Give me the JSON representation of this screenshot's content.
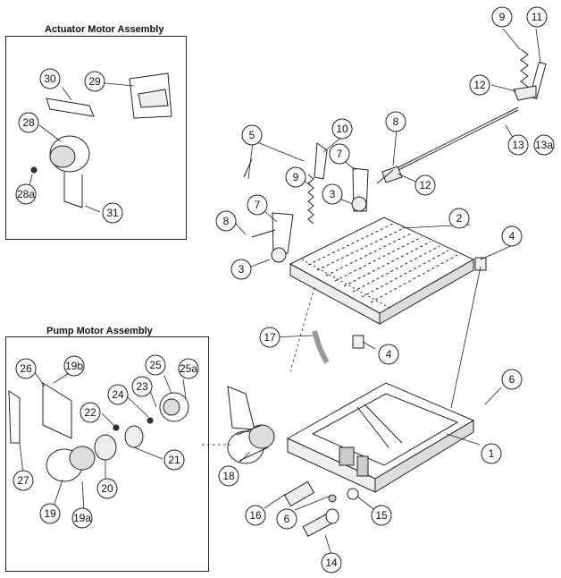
{
  "insets": {
    "actuator_title": "Actuator Motor Assembly",
    "pump_title": "Pump Motor Assembly"
  },
  "callouts": [
    "1",
    "2",
    "3",
    "3",
    "4",
    "4",
    "5",
    "6",
    "6",
    "7",
    "7",
    "8",
    "8",
    "9",
    "9",
    "10",
    "11",
    "12",
    "12",
    "13",
    "13a",
    "14",
    "15",
    "16",
    "17",
    "18",
    "19",
    "19a",
    "19b",
    "20",
    "21",
    "22",
    "23",
    "24",
    "25",
    "25a",
    "26",
    "27",
    "28",
    "28a",
    "29",
    "30",
    "31"
  ],
  "colors": {
    "line": "#222222",
    "callout_fill": "#ffffff"
  }
}
